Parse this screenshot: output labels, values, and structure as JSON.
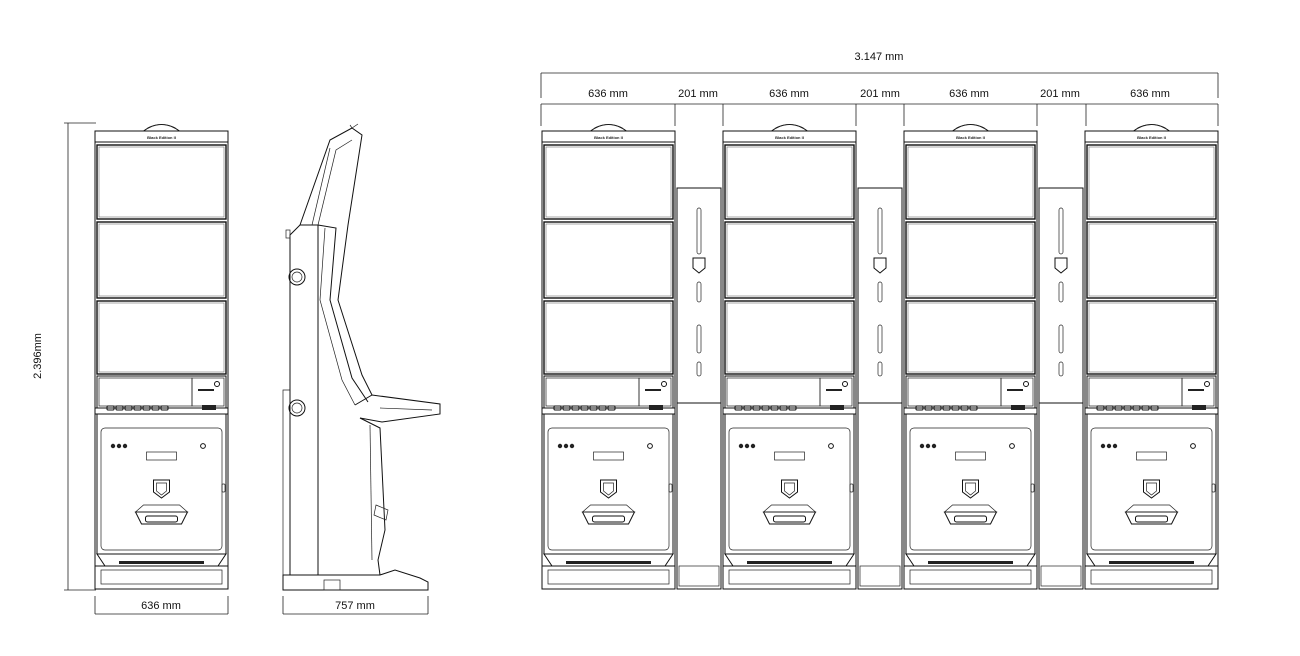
{
  "title": "",
  "model_badge": "Black Edition II",
  "dimensions": {
    "height": "2.396mm",
    "width_front": "636 mm",
    "depth_side": "757 mm",
    "total_width": "3.147 mm",
    "bank_segments": [
      "636 mm",
      "201 mm",
      "636 mm",
      "201 mm",
      "636 mm",
      "201 mm",
      "636 mm"
    ]
  },
  "colors": {
    "line": "#111111",
    "fill": "#ffffff",
    "accent": "#222222"
  }
}
